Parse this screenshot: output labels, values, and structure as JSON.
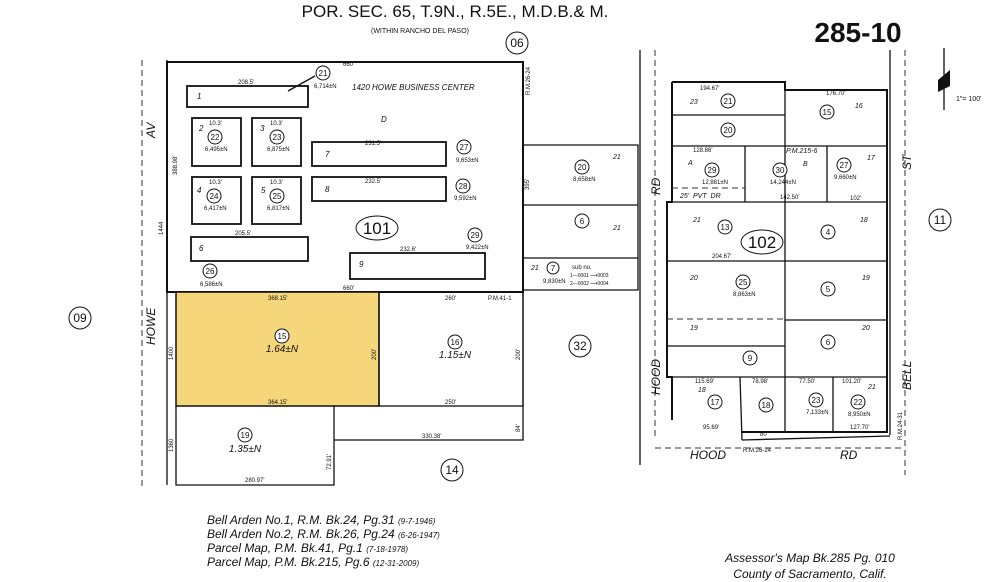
{
  "header": {
    "title": "POR. SEC. 65, T.9N., R.5E., M.D.B.& M.",
    "subtitle": "(WITHIN RANCHO DEL PASO)",
    "map_number": "285-10",
    "scale": "1\"= 100'"
  },
  "colors": {
    "highlight": "#f6d67a",
    "line": "#111111"
  },
  "neighbor_books": [
    "06",
    "09",
    "11",
    "32",
    "14"
  ],
  "streets": {
    "howe": "HOWE",
    "av": "AV",
    "hood": "HOOD",
    "rd": "RD",
    "bell": "BELL",
    "st": "ST",
    "hood_rd_ref": "R.M.26-24",
    "bell_ref": "R.M.24-31",
    "howe_ref": "R.M.26-24"
  },
  "block101": {
    "label": "101",
    "name": "1420 HOWE BUSINESS CENTER",
    "lot": "D",
    "top_dim": "660'",
    "bottom_dim": "660'",
    "left_dim": "388.98'",
    "right_dim": "395'",
    "street_no": "1444",
    "buildings": [
      {
        "no": "1",
        "parcel": "21",
        "area": "6,714±N",
        "dim": "208.5'"
      },
      {
        "no": "2",
        "parcel": "22",
        "area": "6,495±N",
        "dim": "10.3'"
      },
      {
        "no": "3",
        "parcel": "23",
        "area": "6,875±N",
        "dim": "10.3'"
      },
      {
        "no": "4",
        "parcel": "24",
        "area": "6,417±N",
        "dim": "10.3'"
      },
      {
        "no": "5",
        "parcel": "25",
        "area": "6,817±N",
        "dim": "10.3'"
      },
      {
        "no": "6",
        "parcel": "26",
        "area": "6,586±N",
        "dim": "205.5'"
      },
      {
        "no": "7",
        "parcel": "27",
        "area": "9,653±N",
        "dim": "231.5'"
      },
      {
        "no": "8",
        "parcel": "28",
        "area": "9,592±N",
        "dim": "232.5'"
      },
      {
        "no": "9",
        "parcel": "29",
        "area": "9,422±N",
        "dim": "232.6'"
      }
    ],
    "parcels": [
      {
        "parcel": "15",
        "area": "1.64±N",
        "dim_top": "368.15'",
        "dim_bottom": "364.15'",
        "dim_side": "200'"
      },
      {
        "parcel": "16",
        "area": "1.15±N",
        "dim_top": "260'",
        "dim_bottom": "250'",
        "dim_side": "200'"
      },
      {
        "parcel": "19",
        "area": "1.35±N",
        "dim_bottom": "280.97'",
        "dim_side": "72.91'"
      }
    ],
    "misc": {
      "pm": "P.M.41-1",
      "dim_330": "330.38'",
      "dim_84": "84'",
      "no_1400": "1400",
      "no_1360": "1360"
    }
  },
  "middle": [
    {
      "parcel": "20",
      "area": "8,658±N",
      "lot": "21"
    },
    {
      "parcel": "6",
      "lot": "21"
    },
    {
      "parcel": "7",
      "area": "9,830±N",
      "lot": "21",
      "sub": "sub no.",
      "sub1": "1—0001 ⟶0003",
      "sub2": "2—0002 ⟶0004"
    }
  ],
  "block102": {
    "label": "102",
    "pm": "P.M.215-6",
    "pvt_dr": "25'  PVT  DR",
    "parcels": [
      {
        "parcel": "21",
        "lot": "23"
      },
      {
        "parcel": "15",
        "lot": "16"
      },
      {
        "parcel": "20"
      },
      {
        "parcel": "29",
        "lot": "A",
        "area": "12,881±N"
      },
      {
        "parcel": "30",
        "lot": "B",
        "area": "14,244±N"
      },
      {
        "parcel": "27",
        "lot": "17",
        "area": "9,660±N"
      },
      {
        "parcel": "13",
        "lot": "21"
      },
      {
        "parcel": "4",
        "lot": "18"
      },
      {
        "parcel": "25",
        "lot": "20",
        "area": "8,863±N"
      },
      {
        "parcel": "5",
        "lot": "19"
      },
      {
        "lot": "19"
      },
      {
        "parcel": "6",
        "lot": "20"
      },
      {
        "parcel": "9"
      },
      {
        "parcel": "17",
        "lot": "18"
      },
      {
        "parcel": "18"
      },
      {
        "parcel": "23",
        "area": "7,133±N"
      },
      {
        "parcel": "22",
        "lot": "21",
        "area": "8,950±N"
      }
    ],
    "dims": {
      "d194": "194.67'",
      "d176": "176.70'",
      "d128": "128.86'",
      "d142": "142.50'",
      "d102": "102'",
      "d204": "204.67'",
      "d115": "115.69'",
      "d78": "78.98'",
      "d77": "77.50'",
      "d101": "101.20'",
      "d127": "127.70'",
      "d95": "95.69'",
      "d80": "80'"
    }
  },
  "notes": [
    {
      "text": "Bell Arden No.1, R.M. Bk.24, Pg.31",
      "date": "(9-7-1946)"
    },
    {
      "text": "Bell Arden No.2, R.M. Bk.26, Pg.24",
      "date": "(6-26-1947)"
    },
    {
      "text": "Parcel Map, P.M. Bk.41, Pg.1",
      "date": "(7-18-1978)"
    },
    {
      "text": "Parcel Map, P.M. Bk.215, Pg.6",
      "date": "(12-31-2009)"
    }
  ],
  "footer": {
    "line1": "Assessor's Map Bk.285 Pg. 010",
    "line2": "County of Sacramento, Calif."
  }
}
